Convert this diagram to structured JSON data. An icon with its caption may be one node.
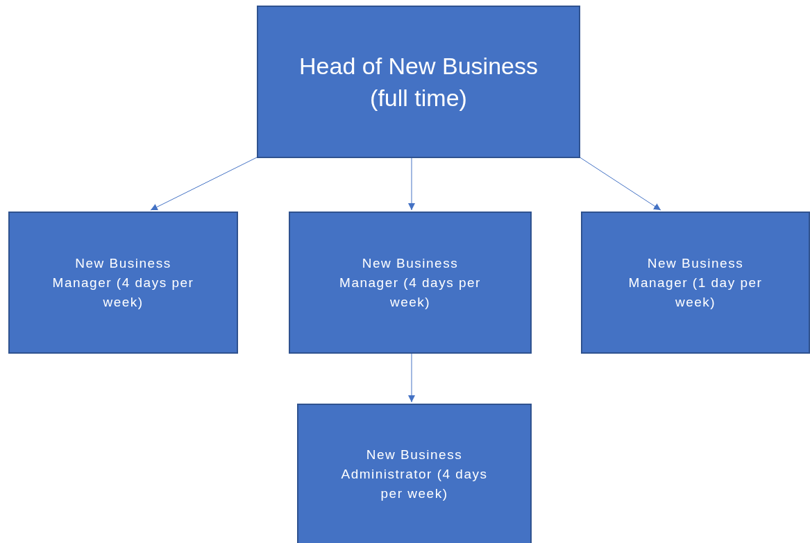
{
  "diagram": {
    "nodes": [
      {
        "text": [
          "Head of New Business (full time)"
        ]
      },
      {
        "text": [
          "New Business Manager (4 days per week)"
        ]
      },
      {
        "text": [
          "New Business Manager (4 days per week)"
        ]
      },
      {
        "text": [
          "New Business Manager (1 day per week)"
        ]
      },
      {
        "text": [
          "New Business Administrator (4 days per week)"
        ]
      }
    ],
    "edges": [
      {
        "from": 0,
        "to": 1,
        "arrow": "to"
      },
      {
        "from": 0,
        "to": 2,
        "arrow": "to"
      },
      {
        "from": 0,
        "to": 3,
        "arrow": "to"
      },
      {
        "from": 2,
        "to": 4,
        "arrow": "to"
      }
    ]
  }
}
